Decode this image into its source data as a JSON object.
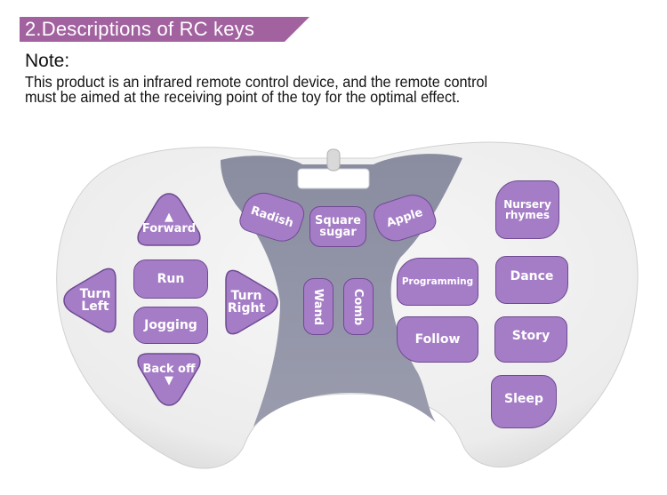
{
  "header": {
    "title": "2.Descriptions of RC keys",
    "banner_color": "#a2619f"
  },
  "note": {
    "label": "Note:",
    "line1": "This product is an infrared remote control device, and the remote control",
    "line2": "must be aimed at the receiving point of the toy for the optimal effect."
  },
  "remote": {
    "body_color": "#f0f0f0",
    "center_color": "#8e90a4",
    "key_color": "#a57dc6",
    "left_keys": {
      "forward": "Forward",
      "run": "Run",
      "jogging": "Jogging",
      "turn_left_1": "Turn",
      "turn_left_2": "Left",
      "turn_right_1": "Turn",
      "turn_right_2": "Right",
      "back_off": "Back off"
    },
    "center_keys": {
      "radish": "Radish",
      "square_sugar_1": "Square",
      "square_sugar_2": "sugar",
      "apple": "Apple",
      "wand": "Wand",
      "comb": "Comb"
    },
    "right_keys": {
      "nursery_1": "Nursery",
      "nursery_2": "rhymes",
      "programming": "Programming",
      "dance": "Dance",
      "follow": "Follow",
      "story": "Story",
      "sleep": "Sleep"
    },
    "arrow_up": "▲",
    "arrow_down": "▼"
  }
}
